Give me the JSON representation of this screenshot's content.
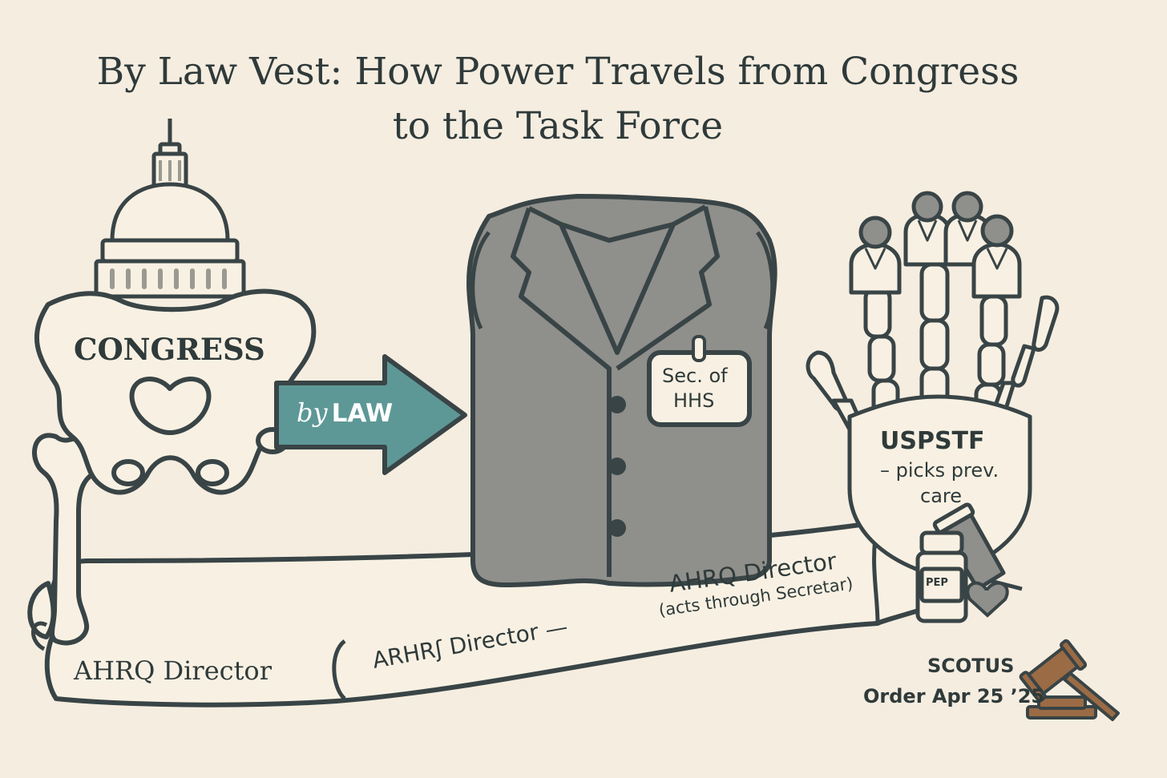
{
  "title_line1": "By Law Vest: How Power Travels from Congress",
  "title_line2": "to the Task Force",
  "congress_label": "CONGRESS",
  "arrow": {
    "prefix": "by",
    "label": "LAW"
  },
  "badge": {
    "line1": "Sec. of",
    "line2": "HHS"
  },
  "uspstf": {
    "name": "USPSTF",
    "line1": "– picks prev.",
    "line2": "care"
  },
  "bottle_label": "PEP",
  "ribbon": {
    "left": "AHRQ Director",
    "middle": "ARHRʃ Director —",
    "right_title": "AHRQ Director",
    "right_sub": "(acts through Secretar)"
  },
  "scotus": {
    "line1": "SCOTUS",
    "line2": "Order Apr 25 ’25"
  },
  "colors": {
    "background": "#f5ede0",
    "outline": "#394446",
    "bone": "#f8f1e3",
    "vest": "#8f8f8c",
    "arrow": "#5d9896",
    "gavel": "#9a6b45"
  },
  "icons": [
    "capitol-dome-icon",
    "pelvis-icon",
    "femur-icon",
    "vest-icon",
    "name-badge-icon",
    "hand-skeleton-icon",
    "doctor-figure-icon",
    "pill-bottle-icon",
    "syringe-icon",
    "heart-icon",
    "gavel-icon"
  ]
}
